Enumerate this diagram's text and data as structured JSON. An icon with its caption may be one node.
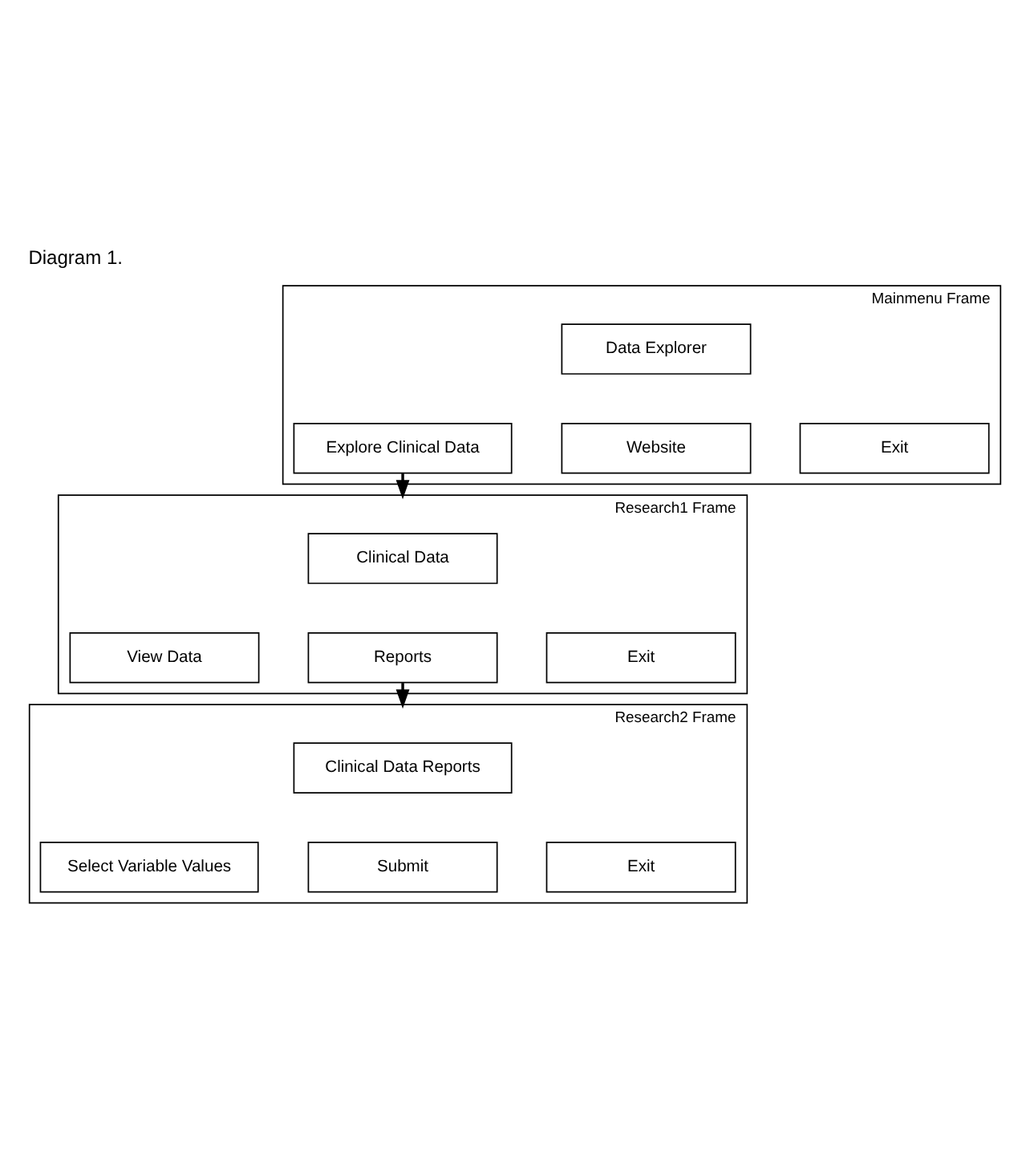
{
  "diagram": {
    "title": "Diagram 1.",
    "nodes": [
      {
        "text": [
          "Mainmenu Frame"
        ]
      },
      {
        "text": [
          "Data Explorer"
        ],
        "in": 0
      },
      {
        "text": [
          "Explore Clinical Data"
        ],
        "in": 0
      },
      {
        "text": [
          "Website"
        ],
        "in": 0
      },
      {
        "text": [
          "Exit"
        ],
        "in": 0
      },
      {
        "text": [
          "Research1 Frame"
        ]
      },
      {
        "text": [
          "Clinical Data"
        ],
        "in": 5
      },
      {
        "text": [
          "View Data"
        ],
        "in": 5
      },
      {
        "text": [
          "Reports"
        ],
        "in": 5
      },
      {
        "text": [
          "Exit"
        ],
        "in": 5
      },
      {
        "text": [
          "Research2 Frame"
        ]
      },
      {
        "text": [
          "Clinical Data Reports"
        ],
        "in": 10
      },
      {
        "text": [
          "Select Variable Values"
        ],
        "in": 10
      },
      {
        "text": [
          "Submit"
        ],
        "in": 10
      },
      {
        "text": [
          "Exit"
        ],
        "in": 10
      }
    ],
    "edges": [
      {
        "from": 2,
        "to": 5,
        "arrow": "to"
      },
      {
        "from": 8,
        "to": 10,
        "arrow": "to"
      }
    ]
  }
}
